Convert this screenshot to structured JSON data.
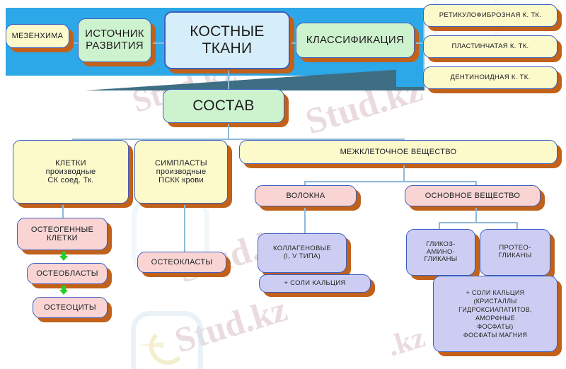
{
  "diagram": {
    "title": "КОСТНЫЕ ТКАНИ",
    "watermark": {
      "text1": "Stud.kz",
      "text2": "Stud.kz",
      "text3": "Stud.kz",
      "text4": "Stud.kz",
      "text5": ".kz"
    },
    "colors": {
      "banner": "#2ca7e8",
      "banner_tail": "#3d6e84",
      "shadow": "#c1611a",
      "border": "#3b5fc0",
      "connector": "#8fb9d9",
      "arrow": "#23cf23",
      "cream": "#fcfacb",
      "green": "#cdf2ce",
      "blue": "#d6eef9",
      "pink": "#fad3d3",
      "lavender": "#cdcdf4"
    },
    "nodes": {
      "mesenchyme": "МЕЗЕНХИМА",
      "source": "ИСТОЧНИК\nРАЗВИТИЯ",
      "source_l1": "ИСТОЧНИК",
      "source_l2": "РАЗВИТИЯ",
      "root_l1": "КОСТНЫЕ",
      "root_l2": "ТКАНИ",
      "classification": "КЛАССИФИКАЦИЯ",
      "type_reticulofibrous": "РЕТИКУЛОФИБРОЗНАЯ К. ТК.",
      "type_lamellar": "ПЛАСТИНЧАТАЯ К. ТК.",
      "type_dentinoid": "ДЕНТИНОИДНАЯ К. ТК.",
      "composition": "СОСТАВ",
      "cells_l1": "КЛЕТКИ",
      "cells_l2": "производные",
      "cells_l3": "СК соед. Тк.",
      "symplasts_l1": "СИМПЛАСТЫ",
      "symplasts_l2": "производные",
      "symplasts_l3": "ПСКК крови",
      "intercellular": "МЕЖКЛЕТОЧНОЕ ВЕЩЕСТВО",
      "osteogenic_l1": "ОСТЕОГЕННЫЕ",
      "osteogenic_l2": "КЛЕТКИ",
      "osteoblasts": "ОСТЕОБЛАСТЫ",
      "osteocytes": "ОСТЕОЦИТЫ",
      "osteoclasts": "ОСТЕОКЛАСТЫ",
      "fibers": "ВОЛОКНА",
      "ground_substance": "ОСНОВНОЕ ВЕЩЕСТВО",
      "collagen_l1": "КОЛЛАГЕНОВЫЕ",
      "collagen_l2": "(I, V ТИПА)",
      "calcium_salts": "+ СОЛИ КАЛЬЦИЯ",
      "gag_l1": "ГЛИКОЗ-",
      "gag_l2": "АМИНО-",
      "gag_l3": "ГЛИКАНЫ",
      "proteo_l1": "ПРОТЕО-",
      "proteo_l2": "ГЛИКАНЫ",
      "minerals_l1": "+ СОЛИ КАЛЬЦИЯ",
      "minerals_l2": "(КРИСТАЛЛЫ",
      "minerals_l3": "ГИДРОКСИАПАТИТОВ,",
      "minerals_l4": "АМОРФНЫЕ",
      "minerals_l5": "ФОСФАТЫ)",
      "minerals_l6": "ФОСФАТЫ МАГНИЯ"
    }
  }
}
